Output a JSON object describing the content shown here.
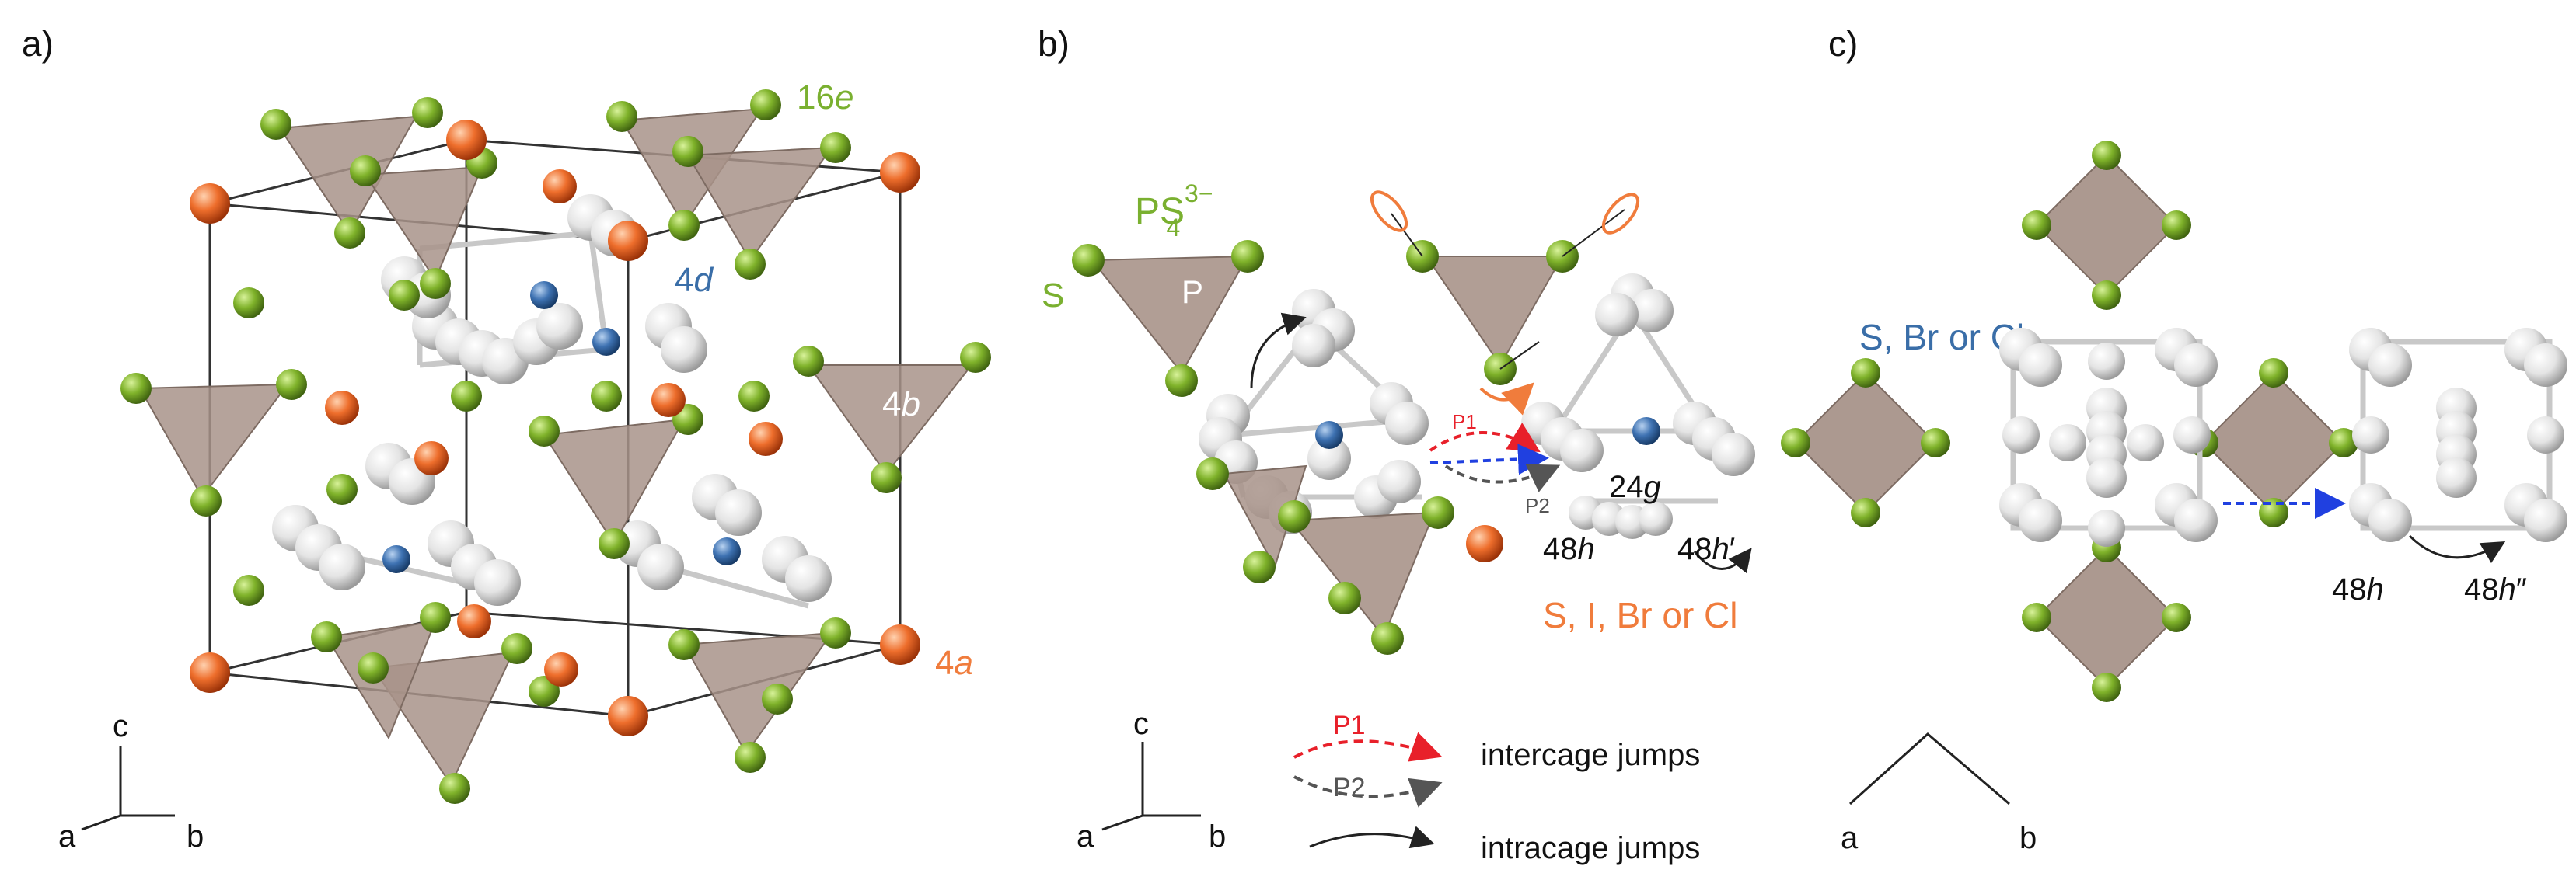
{
  "panels": {
    "a": {
      "letter": "a)",
      "site_16e": {
        "num": "16",
        "letter": "e"
      },
      "site_4d": {
        "num": "4",
        "letter": "d"
      },
      "site_4b": {
        "num": "4",
        "letter": "b"
      },
      "site_4a": {
        "num": "4",
        "letter": "a"
      },
      "axes": {
        "c": "c",
        "a": "a",
        "b": "b"
      }
    },
    "b": {
      "letter": "b)",
      "ps4": {
        "base": "PS",
        "sup": "3−",
        "sub": "4"
      },
      "s_atom": "S",
      "p_atom": "P",
      "site_blue": "S, Br or Cl",
      "site_orange": "S, I, Br or Cl",
      "p1_small": "P1",
      "p2_small": "P2",
      "site_24g": {
        "num": "24",
        "letter": "g"
      },
      "site_48h": {
        "num": "48",
        "letter": "h"
      },
      "site_48h_prime": {
        "num": "48",
        "letter": "h",
        "suffix": "′"
      },
      "legend": {
        "p1": "P1",
        "p2": "P2",
        "intercage": "intercage jumps",
        "intracage": "intracage jumps"
      },
      "axes": {
        "c": "c",
        "a": "a",
        "b": "b"
      }
    },
    "c": {
      "letter": "c)",
      "site_48h": {
        "num": "48",
        "letter": "h"
      },
      "site_48h_dprime": {
        "num": "48",
        "letter": "h",
        "suffix": "″"
      },
      "axes": {
        "a": "a",
        "b": "b"
      }
    }
  },
  "colors": {
    "sulfur_green": "#7aa824",
    "label_green": "#7ab030",
    "halide_orange": "#e8692a",
    "label_orange": "#f07c3c",
    "blue_site": "#3a6ea8",
    "tetra_brown": "#a8938a",
    "li_white": "#f0f0f0",
    "p1_red": "#e8202a",
    "p2_gray": "#666666",
    "blue_jump": "#2040e0"
  }
}
